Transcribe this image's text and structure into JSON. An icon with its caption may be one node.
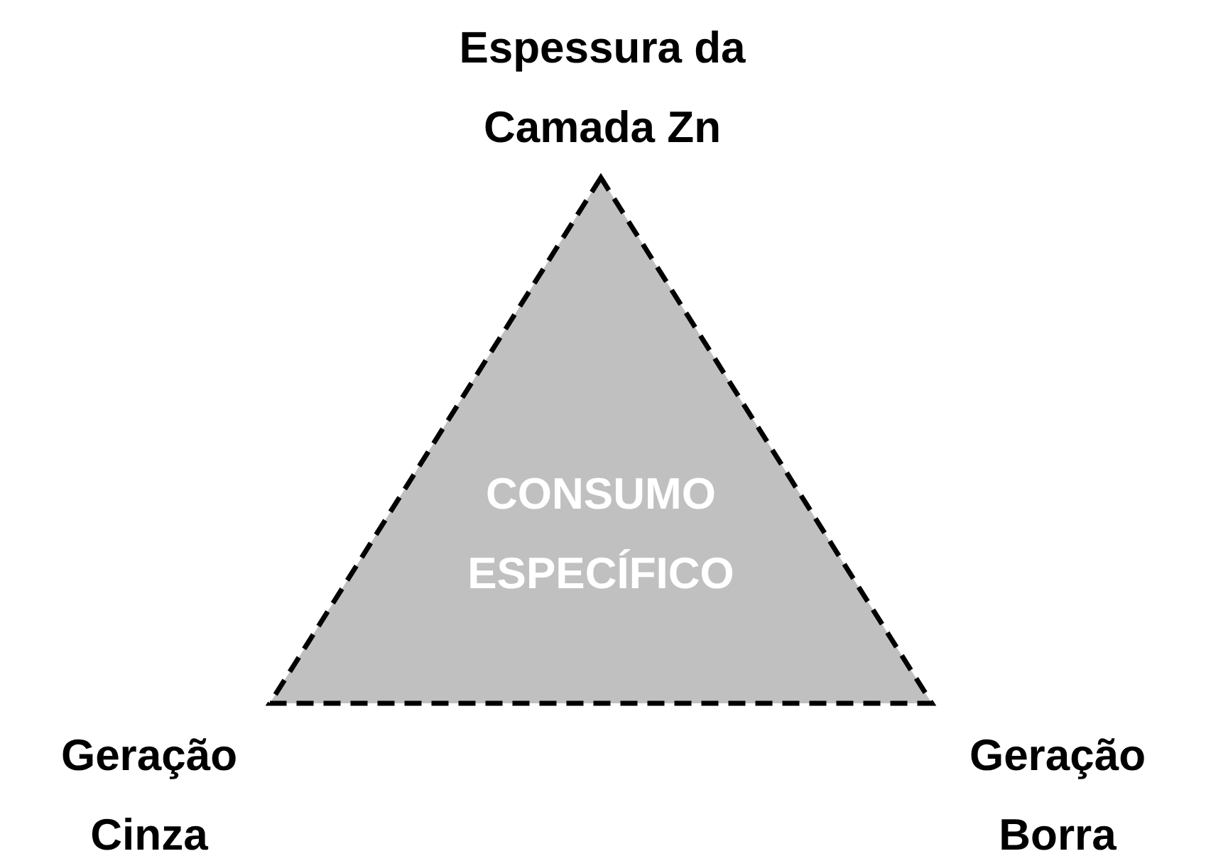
{
  "diagram": {
    "nodes": [
      {
        "text": [
          "CONSUMO ESPECÍFICO"
        ]
      }
    ],
    "labels": [
      "Espessura da Camada Zn",
      "Geração Cinza",
      "Geração Borra"
    ]
  }
}
